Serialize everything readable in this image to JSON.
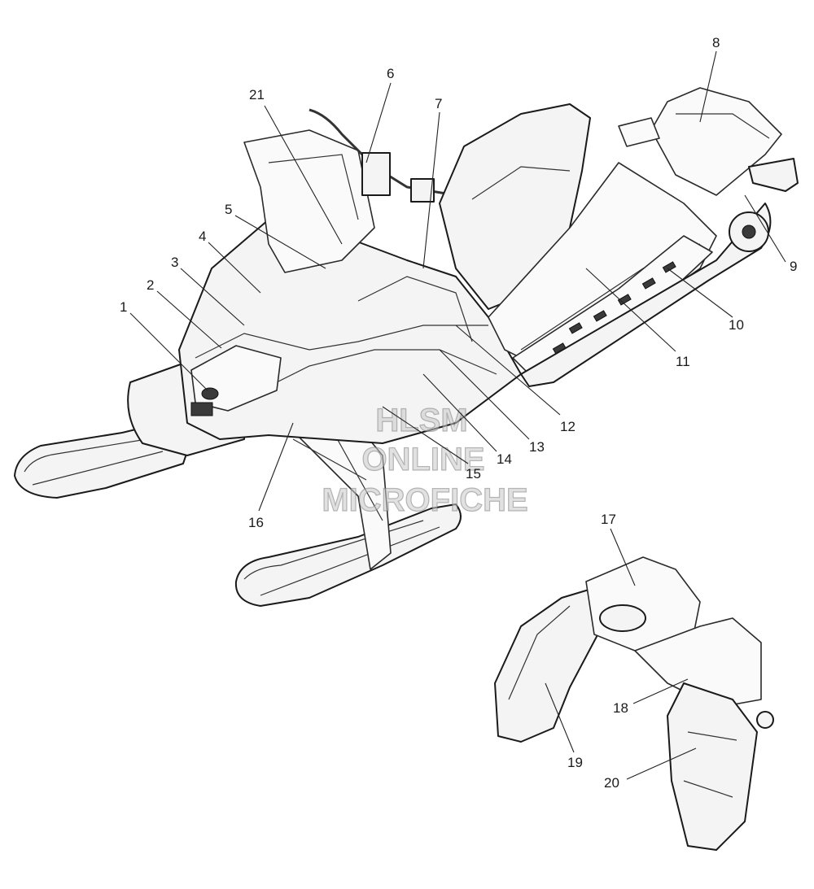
{
  "callouts": [
    {
      "label": "1"
    },
    {
      "label": "2"
    },
    {
      "label": "3"
    },
    {
      "label": "4"
    },
    {
      "label": "5"
    },
    {
      "label": "6"
    },
    {
      "label": "7"
    },
    {
      "label": "8"
    },
    {
      "label": "9"
    },
    {
      "label": "10"
    },
    {
      "label": "11"
    },
    {
      "label": "12"
    },
    {
      "label": "13"
    },
    {
      "label": "14"
    },
    {
      "label": "15"
    },
    {
      "label": "16"
    },
    {
      "label": "17"
    },
    {
      "label": "18"
    },
    {
      "label": "19"
    },
    {
      "label": "20"
    },
    {
      "label": "21"
    }
  ],
  "watermark": {
    "line1": "HLSM",
    "line2": "ONLINE",
    "line3": "MICROFICHE"
  },
  "colors": {
    "ink": "#1a1a1a",
    "paper": "#ffffff",
    "watermark": "#c8c8c8"
  }
}
